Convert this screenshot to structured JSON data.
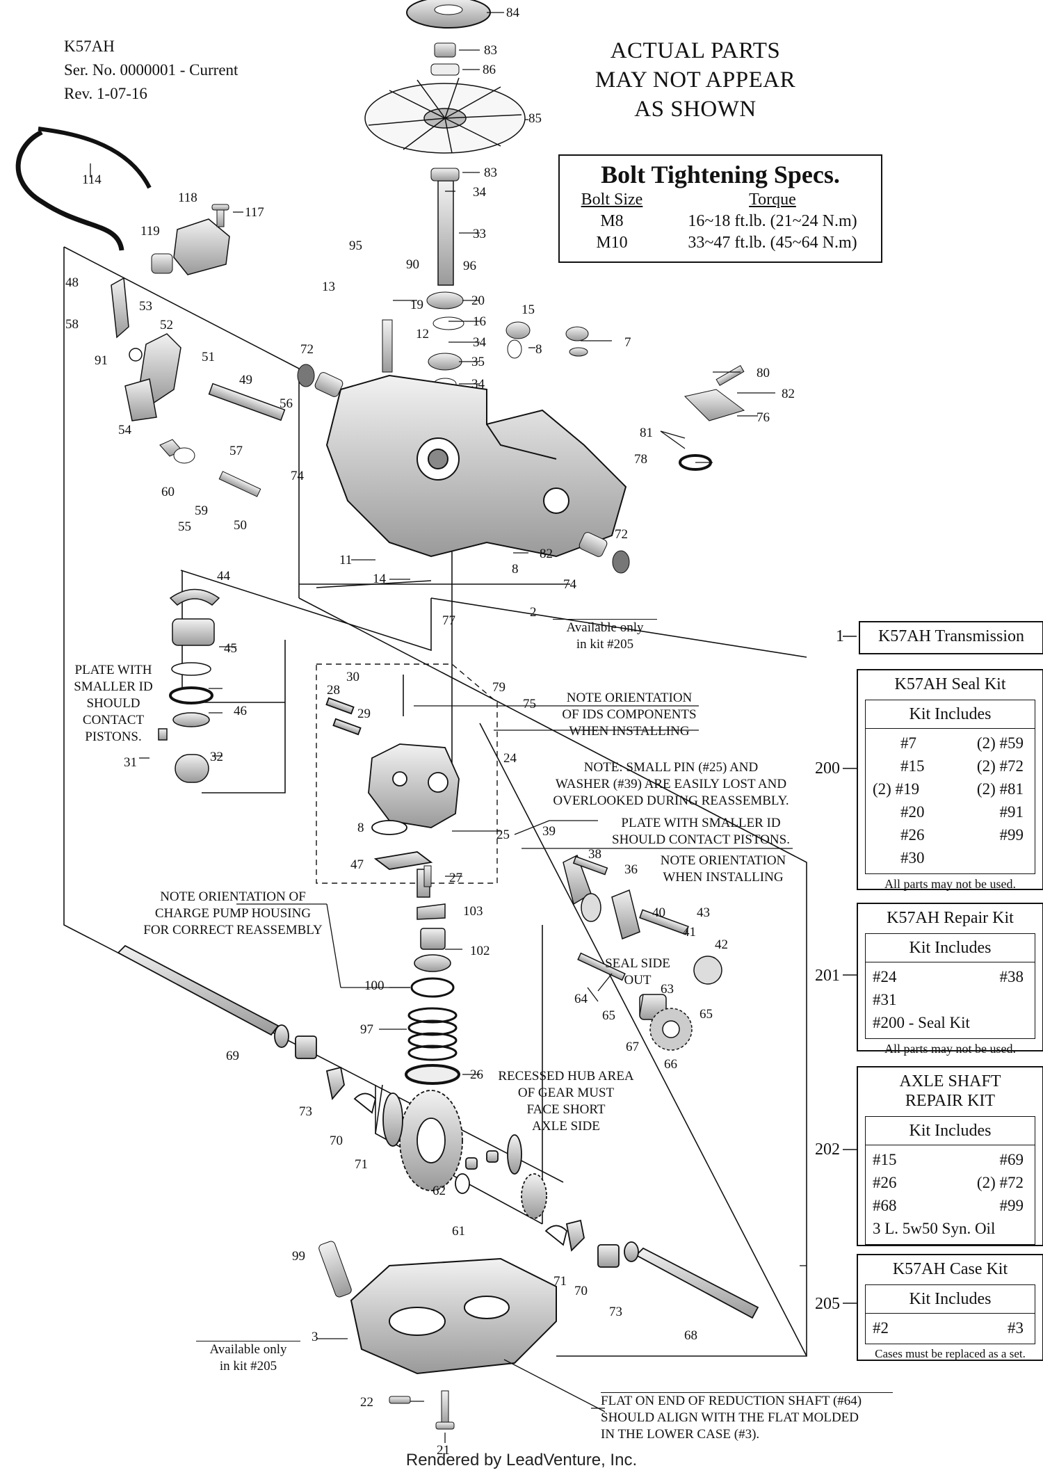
{
  "header": {
    "model": "K57AH",
    "serial": "Ser. No. 0000001 - Current",
    "revision": "Rev. 1-07-16"
  },
  "notice": [
    "ACTUAL PARTS",
    "MAY NOT APPEAR",
    "AS SHOWN"
  ],
  "bolt_specs": {
    "title": "Bolt Tightening Specs.",
    "col_size": "Bolt Size",
    "col_torque": "Torque",
    "rows": [
      {
        "size": "M8",
        "torque": "16~18 ft.lb. (21~24 N.m)"
      },
      {
        "size": "M10",
        "torque": "33~47 ft.lb. (45~64 N.m)"
      }
    ]
  },
  "transmission": {
    "ref": "1",
    "label": "K57AH Transmission"
  },
  "kits": [
    {
      "ref": "200",
      "title": [
        "K57AH Seal Kit"
      ],
      "header": "Kit Includes",
      "items": [
        "#7",
        "(2) #59",
        "#15",
        "(2) #72",
        "(2) #19",
        "(2) #81",
        "#20",
        "#91",
        "#26",
        "#99",
        "#30",
        ""
      ],
      "note": "All parts may not be used."
    },
    {
      "ref": "201",
      "title": [
        "K57AH Repair Kit"
      ],
      "header": "Kit Includes",
      "items": [
        "#24",
        "#38",
        "#31",
        "",
        "#200 - Seal Kit",
        ""
      ],
      "note": "All parts may not be used."
    },
    {
      "ref": "202",
      "title": [
        "AXLE SHAFT",
        "REPAIR KIT"
      ],
      "header": "Kit Includes",
      "items": [
        "#15",
        "#69",
        "#26",
        "(2) #72",
        "#68",
        "#99",
        "3 L. 5w50 Syn. Oil",
        ""
      ],
      "note": ""
    },
    {
      "ref": "205",
      "title": [
        "K57AH Case Kit"
      ],
      "header": "Kit Includes",
      "items": [
        "#2",
        "#3"
      ],
      "note": "Cases must be replaced as a set."
    }
  ],
  "callouts": {
    "avail_top": [
      "Available only",
      "in kit #205"
    ],
    "avail_bottom": [
      "Available only",
      "in kit #205"
    ],
    "plate_smaller_left": [
      "PLATE WITH",
      "SMALLER ID",
      "SHOULD",
      "CONTACT",
      "PISTONS."
    ],
    "ids_orientation": [
      "NOTE ORIENTATION",
      "OF IDS COMPONENTS",
      "WHEN INSTALLING"
    ],
    "small_pin": [
      "NOTE: SMALL PIN (#25) AND",
      "WASHER (#39) ARE EASILY LOST AND",
      "OVERLOOKED DURING REASSEMBLY."
    ],
    "plate_smaller_right": [
      "PLATE WITH SMALLER ID",
      "SHOULD CONTACT PISTONS."
    ],
    "orient_install": [
      "NOTE ORIENTATION",
      "WHEN INSTALLING"
    ],
    "charge_pump": [
      "NOTE ORIENTATION OF",
      "CHARGE PUMP HOUSING",
      "FOR CORRECT REASSEMBLY"
    ],
    "seal_side": [
      "SEAL SIDE",
      "OUT"
    ],
    "recessed_hub": [
      "RECESSED HUB AREA",
      "OF GEAR MUST",
      "FACE SHORT",
      "AXLE SIDE"
    ],
    "flat_end": [
      "FLAT ON END OF REDUCTION SHAFT (#64)",
      "SHOULD ALIGN WITH THE FLAT MOLDED",
      "IN THE LOWER CASE (#3)."
    ]
  },
  "part_numbers": [
    "84",
    "83",
    "86",
    "85",
    "83",
    "34",
    "33",
    "114",
    "118",
    "117",
    "119",
    "95",
    "90",
    "96",
    "13",
    "19",
    "20",
    "48",
    "53",
    "58",
    "52",
    "91",
    "51",
    "12",
    "16",
    "34",
    "35",
    "34",
    "15",
    "8",
    "7",
    "72",
    "49",
    "56",
    "54",
    "57",
    "80",
    "82",
    "76",
    "81",
    "78",
    "74",
    "60",
    "55",
    "59",
    "50",
    "11",
    "14",
    "82",
    "8",
    "72",
    "74",
    "2",
    "44",
    "45",
    "46",
    "77",
    "79",
    "75",
    "30",
    "28",
    "29",
    "24",
    "31",
    "32",
    "8",
    "47",
    "25",
    "39",
    "38",
    "36",
    "40",
    "43",
    "41",
    "42",
    "27",
    "103",
    "102",
    "100",
    "97",
    "64",
    "65",
    "63",
    "67",
    "66",
    "65",
    "26",
    "69",
    "73",
    "70",
    "71",
    "62",
    "61",
    "99",
    "71",
    "70",
    "73",
    "68",
    "3",
    "22",
    "21"
  ],
  "footer": "Rendered by LeadVenture, Inc.",
  "colors": {
    "ink": "#111111",
    "paper": "#ffffff",
    "part_fill": "#d9d9d9",
    "part_shade": "#8c8c8c"
  }
}
